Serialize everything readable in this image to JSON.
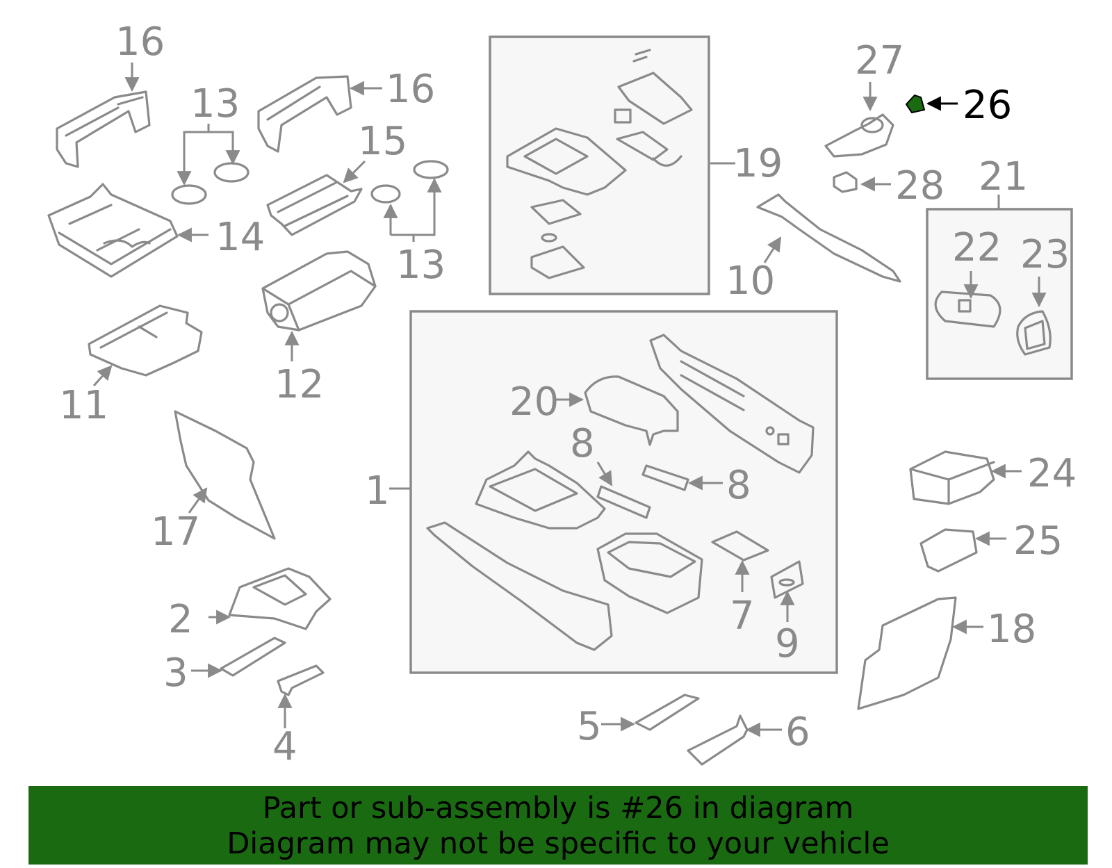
{
  "highlight_color": "#1a6a12",
  "highlighted_part": "26",
  "callouts": {
    "c1": "1",
    "c2": "2",
    "c3": "3",
    "c4": "4",
    "c5": "5",
    "c6": "6",
    "c7": "7",
    "c8a": "8",
    "c8b": "8",
    "c9": "9",
    "c10": "10",
    "c11": "11",
    "c12": "12",
    "c13a": "13",
    "c13b": "13",
    "c14": "14",
    "c15": "15",
    "c16a": "16",
    "c16b": "16",
    "c17": "17",
    "c18": "18",
    "c19": "19",
    "c20": "20",
    "c21": "21",
    "c22": "22",
    "c23": "23",
    "c24": "24",
    "c25": "25",
    "c26": "26",
    "c27": "27",
    "c28": "28"
  },
  "banner": {
    "line1": "Part or sub-assembly is #26 in diagram",
    "line2": "Diagram may not be specific to your vehicle"
  }
}
